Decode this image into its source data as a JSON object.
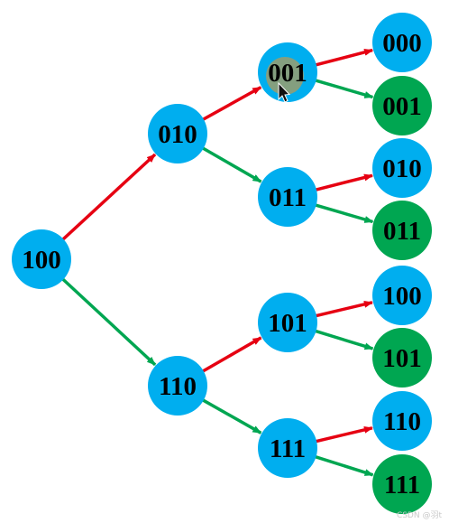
{
  "colors": {
    "blue_node": "#00aeef",
    "green_node": "#00a651",
    "red_edge": "#e60012",
    "green_edge": "#00a651",
    "highlight": "#b09a5a"
  },
  "nodes": [
    {
      "id": "n100",
      "label": "100",
      "color": "blue",
      "level": 0
    },
    {
      "id": "n010",
      "label": "010",
      "color": "blue",
      "level": 1
    },
    {
      "id": "n110",
      "label": "110",
      "color": "blue",
      "level": 1
    },
    {
      "id": "n001",
      "label": "001",
      "color": "blue",
      "level": 2,
      "highlighted": true
    },
    {
      "id": "n011",
      "label": "011",
      "color": "blue",
      "level": 2
    },
    {
      "id": "n101",
      "label": "101",
      "color": "blue",
      "level": 2
    },
    {
      "id": "n111",
      "label": "111",
      "color": "blue",
      "level": 2
    },
    {
      "id": "l000",
      "label": "000",
      "color": "blue",
      "level": 3
    },
    {
      "id": "l001",
      "label": "001",
      "color": "green",
      "level": 3
    },
    {
      "id": "l010",
      "label": "010",
      "color": "blue",
      "level": 3
    },
    {
      "id": "l011",
      "label": "011",
      "color": "green",
      "level": 3
    },
    {
      "id": "l100",
      "label": "100",
      "color": "blue",
      "level": 3
    },
    {
      "id": "l101",
      "label": "101",
      "color": "green",
      "level": 3
    },
    {
      "id": "l110",
      "label": "110",
      "color": "blue",
      "level": 3
    },
    {
      "id": "l111",
      "label": "111",
      "color": "green",
      "level": 3
    }
  ],
  "edges": [
    {
      "from": "n100",
      "to": "n010",
      "color": "red"
    },
    {
      "from": "n100",
      "to": "n110",
      "color": "green"
    },
    {
      "from": "n010",
      "to": "n001",
      "color": "red"
    },
    {
      "from": "n010",
      "to": "n011",
      "color": "green"
    },
    {
      "from": "n110",
      "to": "n101",
      "color": "red"
    },
    {
      "from": "n110",
      "to": "n111",
      "color": "green"
    },
    {
      "from": "n001",
      "to": "l000",
      "color": "red"
    },
    {
      "from": "n001",
      "to": "l001",
      "color": "green"
    },
    {
      "from": "n011",
      "to": "l010",
      "color": "red"
    },
    {
      "from": "n011",
      "to": "l011",
      "color": "green"
    },
    {
      "from": "n101",
      "to": "l100",
      "color": "red"
    },
    {
      "from": "n101",
      "to": "l101",
      "color": "green"
    },
    {
      "from": "n111",
      "to": "l110",
      "color": "red"
    },
    {
      "from": "n111",
      "to": "l111",
      "color": "green"
    }
  ],
  "cursor_icon": "mouse-pointer-icon",
  "watermark": "CSDN @羽t"
}
